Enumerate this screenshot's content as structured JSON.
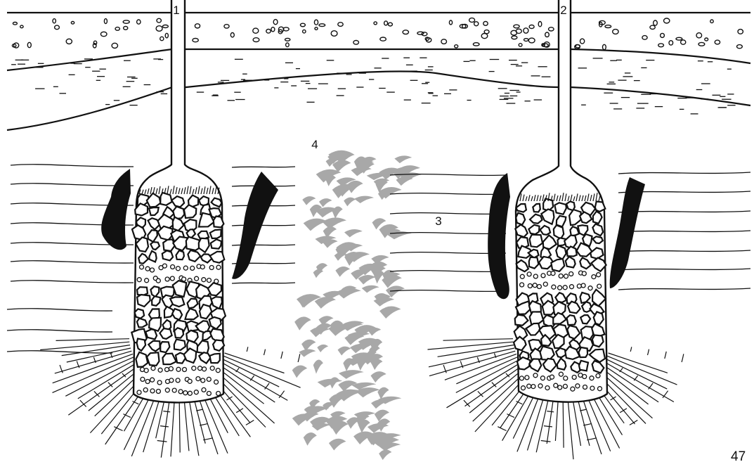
{
  "labels": {
    "well_1": "1",
    "well_2": "2",
    "cracks": "3",
    "zone": "4",
    "figure_number": "47"
  },
  "colors": {
    "ink": "#111111",
    "paper": "#ffffff",
    "zone_gray": "#a8a8a8"
  }
}
